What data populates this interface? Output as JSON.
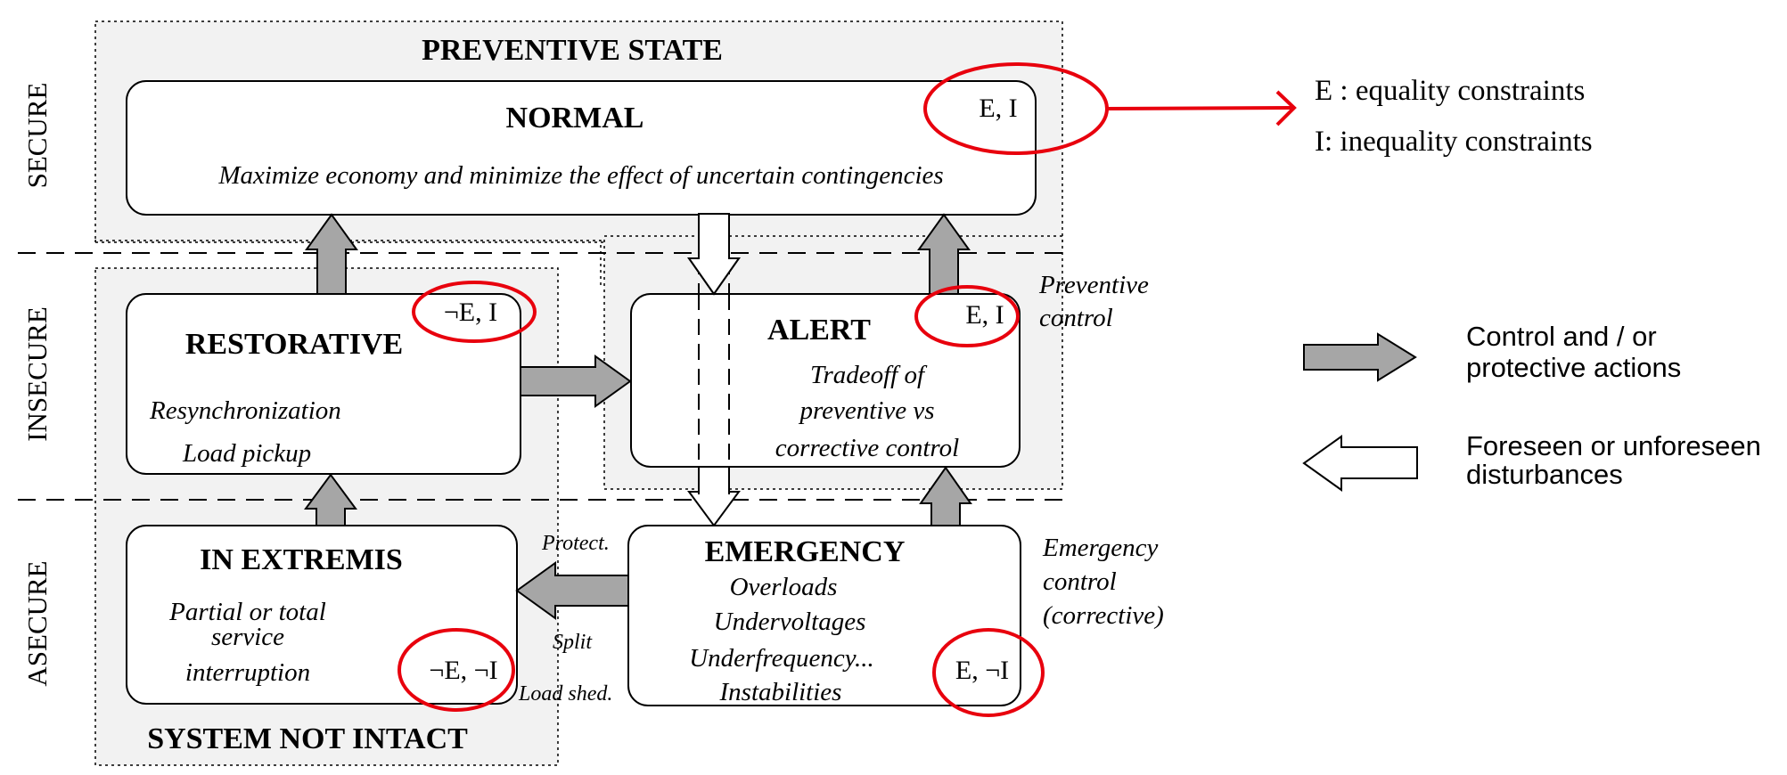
{
  "regions": {
    "preventive_state": "PREVENTIVE STATE",
    "system_not_intact": "SYSTEM NOT INTACT"
  },
  "security_levels": {
    "secure": "SECURE",
    "insecure": "INSECURE",
    "asecure": "ASECURE"
  },
  "states": {
    "normal": {
      "title": "NORMAL",
      "description": "Maximize economy and minimize the effect of uncertain contingencies",
      "constraints": "E, I"
    },
    "restorative": {
      "title": "RESTORATIVE",
      "line1": "Resynchronization",
      "line2": "Load pickup",
      "constraints": "¬E, I"
    },
    "alert": {
      "title": "ALERT",
      "line1": "Tradeoff of",
      "line2": "preventive vs",
      "line3": "corrective control",
      "constraints": "E, I"
    },
    "in_extremis": {
      "title": "IN EXTREMIS",
      "line1": "Partial or total",
      "line2": "service",
      "line3": "interruption",
      "constraints": "¬E, ¬I"
    },
    "emergency": {
      "title": "EMERGENCY",
      "line1": "Overloads",
      "line2": "Undervoltages",
      "line3": "Underfrequency...",
      "line4": "Instabilities",
      "constraints": "E, ¬I"
    }
  },
  "side_labels": {
    "preventive_control_1": "Preventive",
    "preventive_control_2": "control",
    "emergency_control_1": "Emergency",
    "emergency_control_2": "control",
    "emergency_control_3": "(corrective)",
    "protect": "Protect.",
    "split": "Split",
    "load_shed": "Load shed."
  },
  "legend": {
    "e_definition": "E : equality constraints",
    "i_definition": "I: inequality constraints",
    "control_1": "Control and / or",
    "control_2": "protective actions",
    "disturbance_1": "Foreseen or unforeseen",
    "disturbance_2": "disturbances"
  },
  "colors": {
    "highlight": "#e8000d",
    "action_arrow": "#a6a6a6",
    "region_fill": "#f2f2f2"
  }
}
